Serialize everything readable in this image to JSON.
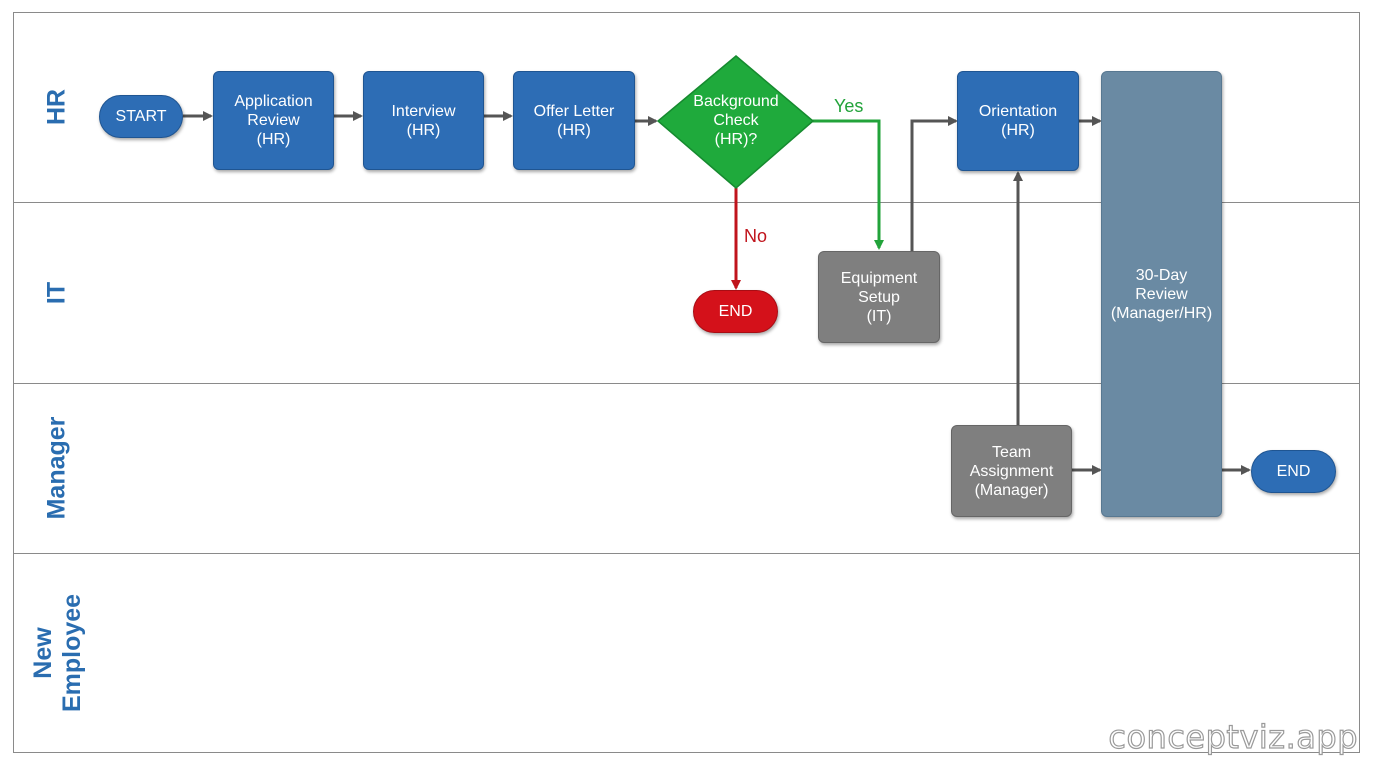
{
  "lanes": [
    {
      "label": "HR"
    },
    {
      "label": "IT"
    },
    {
      "label": "Manager"
    },
    {
      "label": "New\nEmployee"
    }
  ],
  "nodes": {
    "start": "START",
    "application_review": "Application\nReview\n(HR)",
    "interview": "Interview\n(HR)",
    "offer_letter": "Offer Letter\n(HR)",
    "background_check": "Background\nCheck\n(HR)?",
    "end_red": "END",
    "equipment_setup": "Equipment\nSetup\n(IT)",
    "orientation": "Orientation\n(HR)",
    "team_assignment": "Team\nAssignment\n(Manager)",
    "review_30": "30-Day\nReview\n(Manager/HR)",
    "end_blue": "END"
  },
  "edges": {
    "yes_label": "Yes",
    "no_label": "No"
  },
  "colors": {
    "lane_label": "#2a6db0",
    "process_blue": "#2d6db5",
    "process_gray": "#7f7f7f",
    "process_slate": "#6a8aa3",
    "decision_green": "#1faa3c",
    "yes_green": "#22a33a",
    "no_red": "#c0141c",
    "arrow_gray": "#555555"
  },
  "watermark": "conceptviz.app"
}
